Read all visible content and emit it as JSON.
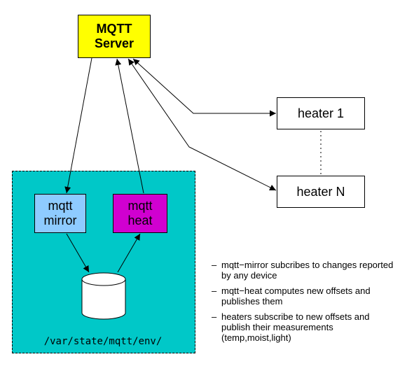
{
  "server": {
    "line1": "MQTT",
    "line2": "Server"
  },
  "mirror": {
    "line1": "mqtt",
    "line2": "mirror"
  },
  "heat": {
    "line1": "mqtt",
    "line2": "heat"
  },
  "heaters": {
    "first": "heater 1",
    "last": "heater N"
  },
  "storage_path": "/var/state/mqtt/env/",
  "notes": [
    "mqtt−mirror subcribes to changes reported by any device",
    "mqtt−heat computes new offsets and publishes them",
    "heaters subscribe to new offsets and publish their measurements (temp,moist,light)"
  ],
  "colors": {
    "server_fill": "#ffff00",
    "container_fill": "#00c8c8",
    "mirror_fill": "#8ecbff",
    "heat_fill": "#d000d0"
  }
}
